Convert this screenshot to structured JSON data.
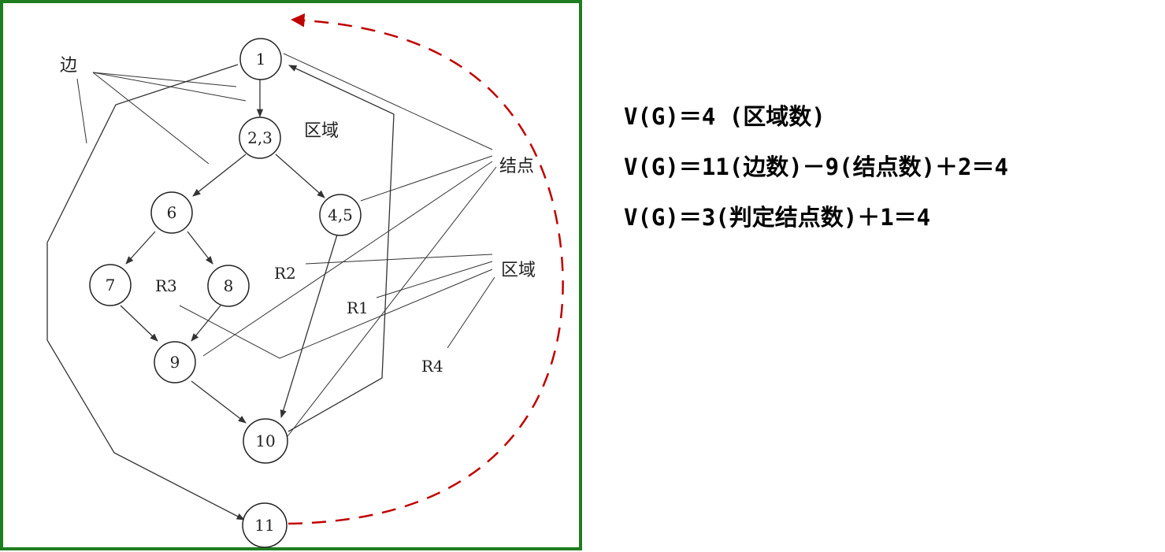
{
  "nodes": [
    {
      "id": "n1",
      "label": "1"
    },
    {
      "id": "n23",
      "label": "2,3"
    },
    {
      "id": "n6",
      "label": "6"
    },
    {
      "id": "n45",
      "label": "4,5"
    },
    {
      "id": "n7",
      "label": "7"
    },
    {
      "id": "n8",
      "label": "8"
    },
    {
      "id": "n9",
      "label": "9"
    },
    {
      "id": "n10",
      "label": "10"
    },
    {
      "id": "n11",
      "label": "11"
    }
  ],
  "annotations": {
    "edge_label": "边",
    "region_label_top": "区域",
    "node_label": "结点",
    "region_label_right": "区域"
  },
  "regions": {
    "r1": "R1",
    "r2": "R2",
    "r3": "R3",
    "r4": "R4"
  },
  "formulas": [
    "V(G)＝4 (区域数)",
    "V(G)＝11(边数)－9(结点数)＋2＝4",
    "V(G)＝3(判定结点数)＋1＝4"
  ],
  "colors": {
    "border": "#1e7d1e",
    "dashed_arrow": "#c00000"
  }
}
